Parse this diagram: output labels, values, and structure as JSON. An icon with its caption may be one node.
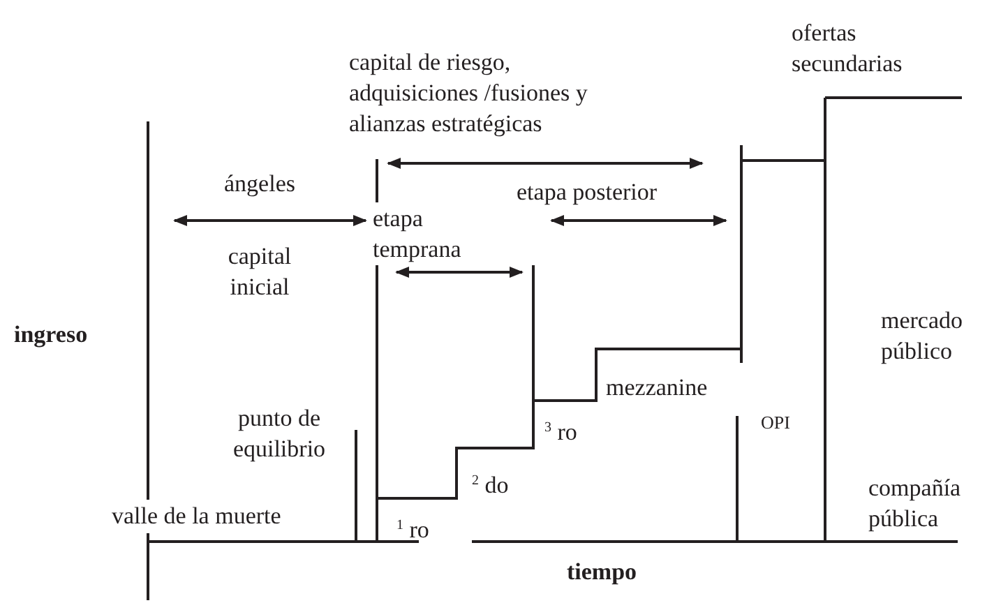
{
  "diagram": {
    "labels": [
      "ofertas secundarias",
      "capital de riesgo, adquisiciones /fusiones y alianzas estratégicas",
      "ángeles",
      "etapa posterior",
      "etapa temprana",
      "capital inicial",
      "ingreso",
      "mercado público",
      "mezzanine",
      "punto de equilibrio",
      "OPI",
      "$^{3}$ ro",
      "$^{2}$ do",
      "compañía pública",
      "valle de la muerte",
      "$^{1}$ ro",
      "tiempo"
    ]
  }
}
